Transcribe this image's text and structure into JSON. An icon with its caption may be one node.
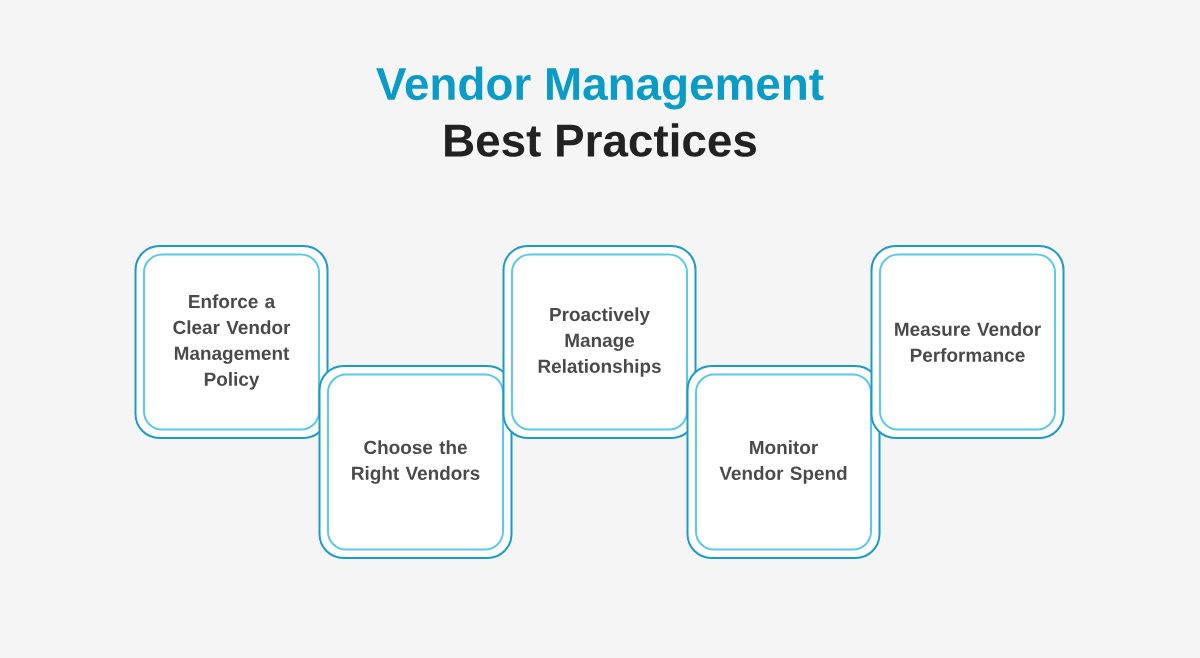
{
  "diagram": {
    "title": "Vendor Management",
    "nodes": [
      {
        "text": [
          "Enforce a Clear Vendor Management Policy"
        ]
      },
      {
        "text": [
          "Choose the Right Vendors"
        ]
      },
      {
        "text": [
          "Proactively Manage Relationships"
        ]
      },
      {
        "text": [
          "Monitor Vendor Spend"
        ]
      },
      {
        "text": [
          "Measure Vendor Performance"
        ]
      }
    ],
    "labels": [
      "Best Practices"
    ]
  }
}
